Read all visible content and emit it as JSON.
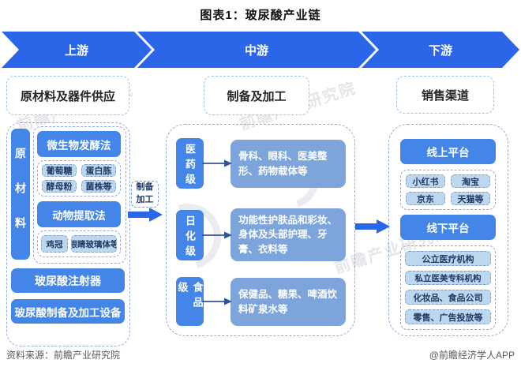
{
  "title": "图表1：玻尿酸产业链",
  "banner": {
    "segments": [
      {
        "label": "上游"
      },
      {
        "label": "中游"
      },
      {
        "label": "下游"
      }
    ]
  },
  "upstream": {
    "header": "原材料及器件供应",
    "side_label": "原材料",
    "methods": [
      {
        "name": "微生物发酵法",
        "items": [
          "葡萄糖",
          "蛋白胨",
          "酵母粉",
          "菌株等"
        ]
      },
      {
        "name": "动物提取法",
        "items": [
          "鸡冠",
          "眼睛玻璃体等"
        ]
      }
    ],
    "devices": [
      "玻尿酸注射器",
      "玻尿酸制备及加工设备"
    ]
  },
  "link": {
    "label": "制备加工"
  },
  "midstream": {
    "header": "制备及加工",
    "grades": [
      {
        "level": "医药级",
        "applications": "骨科、眼科、医美整形、药物载体等"
      },
      {
        "level": "日化级",
        "applications": "功能性护肤品和彩妆、身体及头部护理、牙膏、衣料等"
      },
      {
        "level": "食品级",
        "applications": "保健品、糖果、啤酒饮料矿泉水等"
      }
    ]
  },
  "downstream": {
    "header": "销售渠道",
    "channels": [
      {
        "name": "线上平台",
        "items": [
          "小红书",
          "淘宝",
          "京东",
          "天猫等"
        ]
      },
      {
        "name": "线下平台",
        "items": [
          "公立医疗机构",
          "私立医美专科机构",
          "化妆品、食品公司",
          "零售、广告投放等"
        ]
      }
    ]
  },
  "footer": {
    "source": "资料来源：前瞻产业研究院",
    "credit": "@前瞻经济学人APP"
  },
  "watermark": "前瞻产业研究院",
  "colors": {
    "banner_blue": "#2B66E8",
    "box_blue": "#4486E8",
    "muted_blue": "#7DA5DC",
    "chip_blue": "#BDD7EE",
    "dash_border": "#8FAADC",
    "chip_text": "#1F3864",
    "footer_gray": "#595959"
  }
}
